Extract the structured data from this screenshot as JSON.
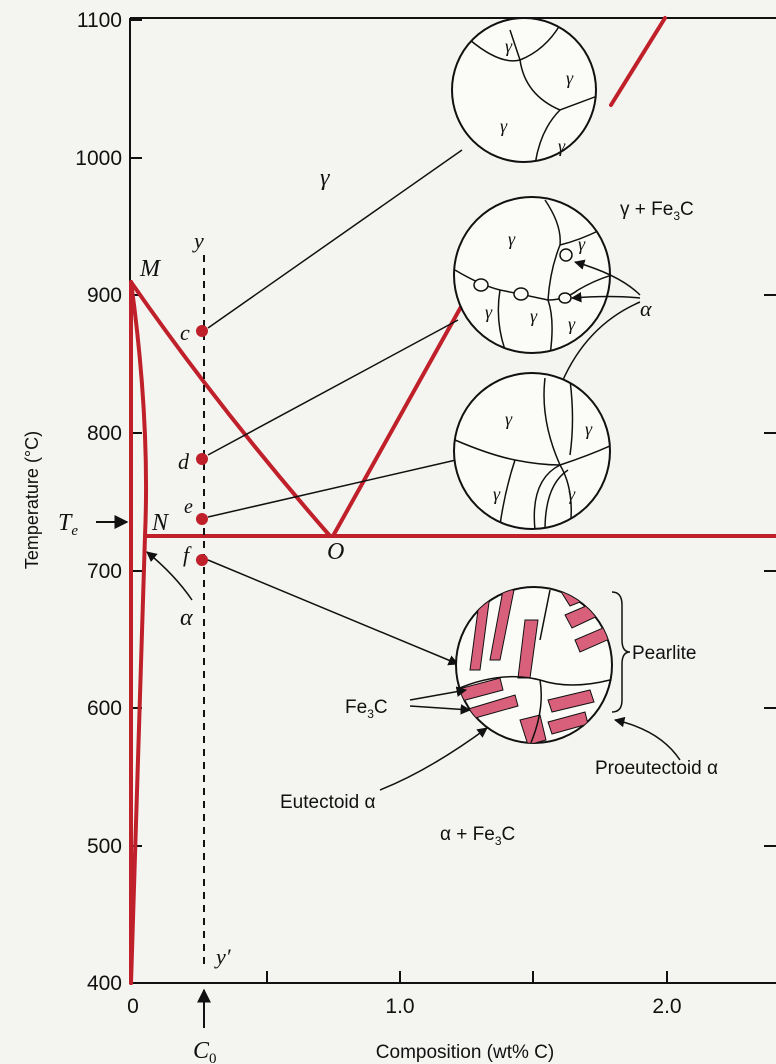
{
  "figure": {
    "axis_y_label": "Temperature (°C)",
    "axis_x_label": "Composition (wt% C)",
    "y_ticks": [
      "400",
      "500",
      "600",
      "700",
      "800",
      "900",
      "1000",
      "1100"
    ],
    "x_ticks": [
      "0",
      "1.0",
      "2.0"
    ],
    "composition_marker": "C",
    "composition_marker_sub": "0",
    "te_label": "T",
    "te_sub": "e"
  },
  "points": {
    "M": "M",
    "N": "N",
    "O": "O",
    "c": "c",
    "d": "d",
    "e": "e",
    "f": "f",
    "y": "y",
    "y_prime": "y′"
  },
  "phase_labels": {
    "gamma": "γ",
    "alpha": "α",
    "gamma_fe3c_prefix": "γ + Fe",
    "alpha_fe3c_prefix": "α + Fe",
    "fe3c_sub": "3",
    "fe3c_suffix": "C"
  },
  "annotations": {
    "pearlite": "Pearlite",
    "fe3c_prefix": "Fe",
    "fe3c_sub": "3",
    "fe3c_suffix": "C",
    "proeutectoid_alpha": "Proeutectoid α",
    "eutectoid_alpha": "Eutectoid α",
    "alpha_right": "α"
  },
  "micro_labels": {
    "c": [
      "γ",
      "γ",
      "γ",
      "γ"
    ],
    "d": [
      "γ",
      "γ",
      "γ",
      "γ",
      "γ"
    ],
    "e": [
      "γ",
      "γ",
      "γ",
      "γ"
    ]
  },
  "colors": {
    "phase_line": "#c0202a",
    "pearlite_fill": "#d9607a",
    "axis": "#111111"
  }
}
